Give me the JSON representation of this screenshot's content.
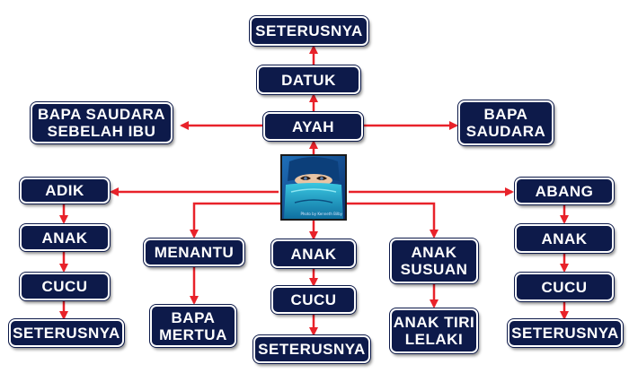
{
  "colors": {
    "node_fill": "#0d1a4a",
    "node_text": "#ffffff",
    "node_border": "#ffffff",
    "arrow": "#e8222a"
  },
  "center": {
    "icon": "veiled-woman-photo-icon",
    "watermark": "Photo by Kenneth Bilby"
  },
  "nodes": {
    "seterusnya_top": "SETERUSNYA",
    "datuk": "DATUK",
    "ayah": "AYAH",
    "bapa_saudara_ibu": "BAPA SAUDARA\nSEBELAH IBU",
    "bapa_saudara": "BAPA\nSAUDARA",
    "adik": "ADIK",
    "adik_anak": "ANAK",
    "adik_cucu": "CUCU",
    "adik_seterusnya": "SETERUSNYA",
    "menantu": "MENANTU",
    "bapa_mertua": "BAPA\nMERTUA",
    "anak": "ANAK",
    "cucu": "CUCU",
    "anak_seterusnya": "SETERUSNYA",
    "anak_susuan": "ANAK\nSUSUAN",
    "anak_tiri": "ANAK TIRI\nLELAKI",
    "abang": "ABANG",
    "abang_anak": "ANAK",
    "abang_cucu": "CUCU",
    "abang_seterusnya": "SETERUSNYA"
  }
}
